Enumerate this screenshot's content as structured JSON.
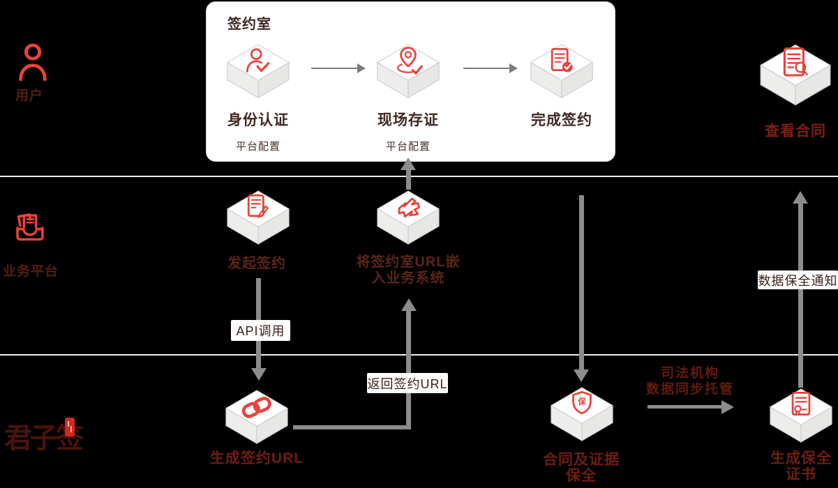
{
  "colors": {
    "background": "#000000",
    "accent_red": "#e8423a",
    "arrow_gray": "#8c8c8c",
    "separator": "#efefef",
    "room_surface": "#ffffff",
    "room_text": "#3f2722",
    "dark_label": "#6f1d10"
  },
  "lanes": [
    {
      "label": "用户"
    },
    {
      "label": "业务平台"
    },
    {
      "label": "君子签"
    }
  ],
  "signing_room": {
    "title": "签约室",
    "steps": [
      {
        "label": "身份认证",
        "sublabel": "平台配置",
        "icon": "user-check-icon"
      },
      {
        "label": "现场存证",
        "sublabel": "平台配置",
        "icon": "location-check-icon"
      },
      {
        "label": "完成签约",
        "icon": "document-check-icon"
      }
    ]
  },
  "stations": {
    "view_contract": {
      "label": "查看合同",
      "icon": "document-search-icon"
    },
    "initiate_signing": {
      "label": "发起签约",
      "icon": "document-pen-icon"
    },
    "embed_url": {
      "line1": "将签约室URL嵌",
      "line2": "入业务系统",
      "icon": "embed-arrow-icon"
    },
    "generate_url": {
      "label": "生成签约URL",
      "icon": "chain-link-icon"
    },
    "preserve_evidence": {
      "line1": "合同及证据",
      "line2": "保全",
      "icon": "shield-icon",
      "icon_char": "保"
    },
    "generate_certificate": {
      "line1": "生成保全",
      "line2": "证书",
      "icon": "certificate-icon"
    }
  },
  "edges": {
    "api_call": "API调用",
    "return_url": "返回签约URL",
    "data_preservation_notice": "数据保全通知",
    "judicial": {
      "line1": "司法机构",
      "line2": "数据同步托管"
    }
  },
  "brand": {
    "logo_text": "君子签"
  }
}
